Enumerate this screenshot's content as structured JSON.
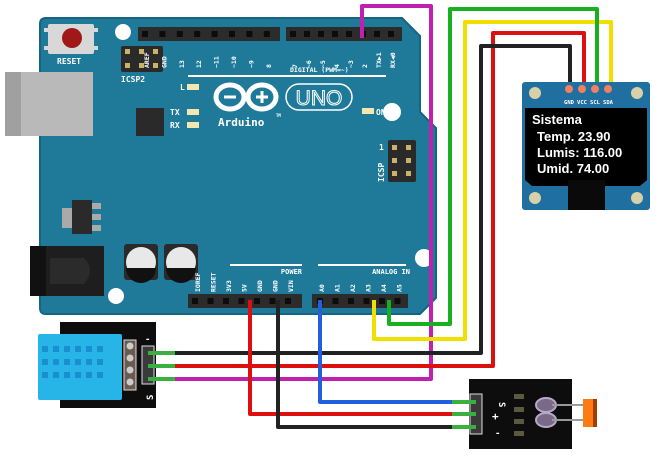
{
  "board": {
    "name": "Arduino",
    "model": "UNO",
    "reset_label": "RESET",
    "icsp2_label": "ICSP2",
    "icsp_label": "ICSP",
    "icsp_pin1": "1",
    "led_l": "L",
    "led_tx": "TX",
    "led_rx": "RX",
    "led_on": "ON",
    "trademark": "TM",
    "digital_label": "DIGITAL (PWM=~)",
    "power_label": "POWER",
    "analog_label": "ANALOG IN",
    "digital_pins_left": [
      "AREF",
      "GND",
      "13",
      "12",
      "~11",
      "~10",
      "~9",
      "8"
    ],
    "digital_pins_right": [
      "7",
      "~6",
      "~5",
      "4",
      "~3",
      "2",
      "TX▶1",
      "RX◀0"
    ],
    "power_pins": [
      "IOREF",
      "RESET",
      "3V3",
      "5V",
      "GND",
      "GND",
      "VIN"
    ],
    "analog_pins": [
      "A0",
      "A1",
      "A2",
      "A3",
      "A4",
      "A5"
    ],
    "colors": {
      "pcb": "#1f7a9a",
      "header": "#2a2a2a",
      "text": "#ffffff"
    }
  },
  "oled": {
    "pins": [
      "GND",
      "VCC",
      "SCL",
      "SDA"
    ],
    "lines": [
      "Sistema",
      "Temp. 23.90",
      "Lumis: 116.00",
      "Umid. 74.00"
    ]
  },
  "dht_sensor": {
    "pin_labels": [
      "-",
      "",
      "S"
    ]
  },
  "ldr_module": {
    "pin_labels": [
      "S",
      "+",
      "-"
    ]
  },
  "wires": [
    {
      "name": "dht-data-wire",
      "from": "D2",
      "to": "DHT S",
      "color": "#c020b0"
    },
    {
      "name": "oled-sda-wire",
      "from": "A4",
      "to": "OLED SDA",
      "color": "#f0e000"
    },
    {
      "name": "oled-scl-wire",
      "from": "A5",
      "to": "OLED SCL",
      "color": "#18b020"
    },
    {
      "name": "oled-vcc-wire",
      "from": "DHT +",
      "to": "OLED VCC",
      "color": "#dd1010"
    },
    {
      "name": "oled-gnd-wire",
      "from": "DHT -",
      "to": "OLED GND",
      "color": "#222222"
    },
    {
      "name": "power-5v-wire",
      "from": "5V",
      "to": "LDR +",
      "color": "#dd1010"
    },
    {
      "name": "power-gnd-wire",
      "from": "GND",
      "to": "LDR -",
      "color": "#222222"
    },
    {
      "name": "ldr-signal-wire",
      "from": "A0",
      "to": "LDR S",
      "color": "#2060e0"
    }
  ]
}
